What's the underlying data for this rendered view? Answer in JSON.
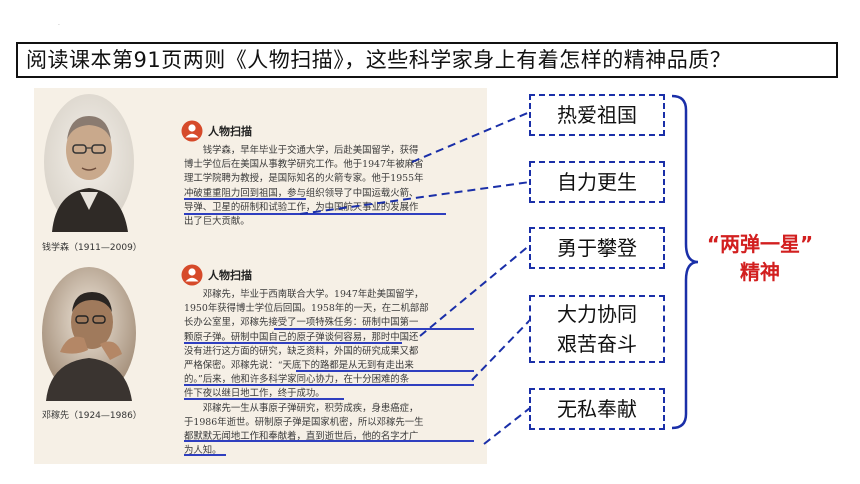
{
  "question": "阅读课本第91页两则《人物扫描》，这些科学家身上有着怎样的精神品质？",
  "section1": {
    "title": "人物扫描",
    "text": "　　钱学森，早年毕业于交通大学，后赴美国留学，获得\n博士学位后在美国从事教学研究工作。他于1947年被麻省\n理工学院聘为教授，是国际知名的火箭专家。他于1955年\n冲破重重阻力回到祖国，参与组织领导了中国运载火箭、\n导弹、卫星的研制和试验工作，为中国航天事业的发展作\n出了巨大贡献。",
    "caption": "钱学森（1911—2009）"
  },
  "section2": {
    "title": "人物扫描",
    "text": "　　邓稼先，毕业于西南联合大学。1947年赴美国留学，\n1950年获得博士学位后回国。1958年的一天，在二机部部\n长办公室里，邓稼先接受了一项特殊任务：研制中国第一\n颗原子弹。研制中国自己的原子弹谈何容易，那时中国还\n没有进行这方面的研究，缺乏资料，外国的研究成果又都\n严格保密。邓稼先说：“天底下的路都是从无到有走出来\n的。”后来，他和许多科学家同心协力，在十分困难的条\n件下夜以继日地工作，终于成功。\n　　邓稼先一生从事原子弹研究，积劳成疾，身患癌症，\n于1986年逝世。研制原子弹是国家机密，所以邓稼先一生\n都默默无闻地工作和奉献着，直到逝世后，他的名字才广\n为人知。",
    "caption": "邓稼先（1924—1986）"
  },
  "qualities": [
    "热爱祖国",
    "自力更生",
    "勇于攀登",
    "大力协同\n艰苦奋斗",
    "无私奉献"
  ],
  "summary": "“两弹一星”\n精神",
  "colors": {
    "accent_blue": "#1a2fa8",
    "summary_red": "#d21f1f"
  },
  "icons": [
    "person-icon",
    "person-icon"
  ]
}
